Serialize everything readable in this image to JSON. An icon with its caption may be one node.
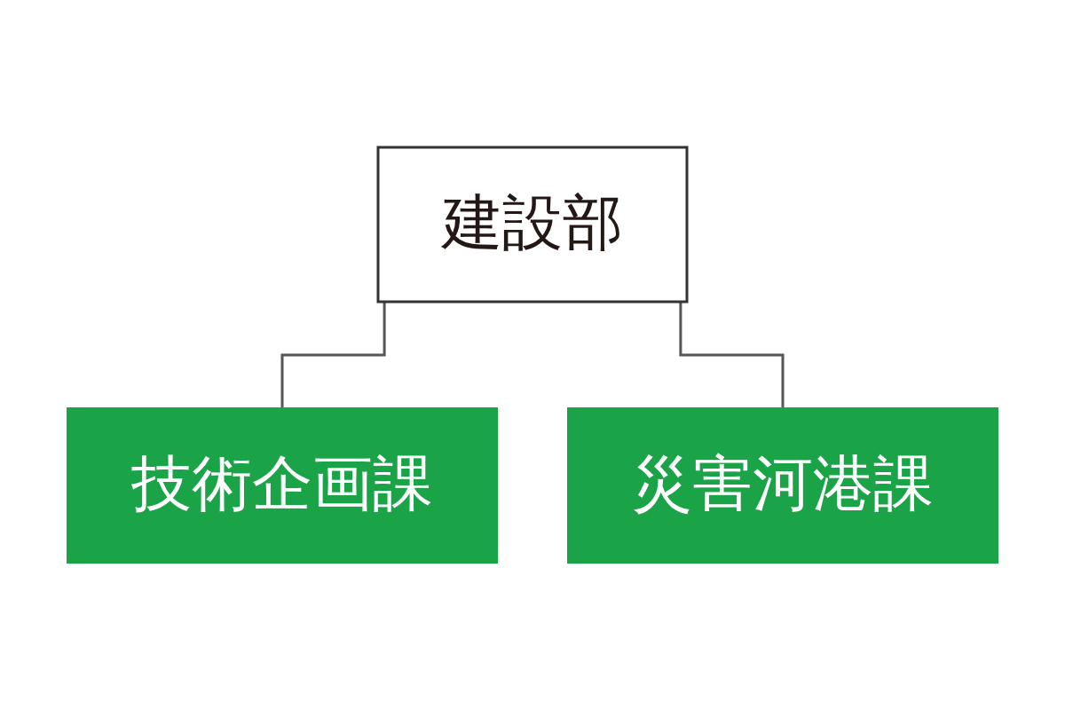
{
  "diagram": {
    "nodes": [
      {
        "text": [
          "建設部"
        ]
      },
      {
        "text": [
          "技術企画課"
        ]
      },
      {
        "text": [
          "災害河港課"
        ]
      }
    ],
    "edges": [
      {
        "from": 0,
        "to": 1,
        "arrow": "none"
      },
      {
        "from": 0,
        "to": 2,
        "arrow": "none"
      }
    ]
  }
}
